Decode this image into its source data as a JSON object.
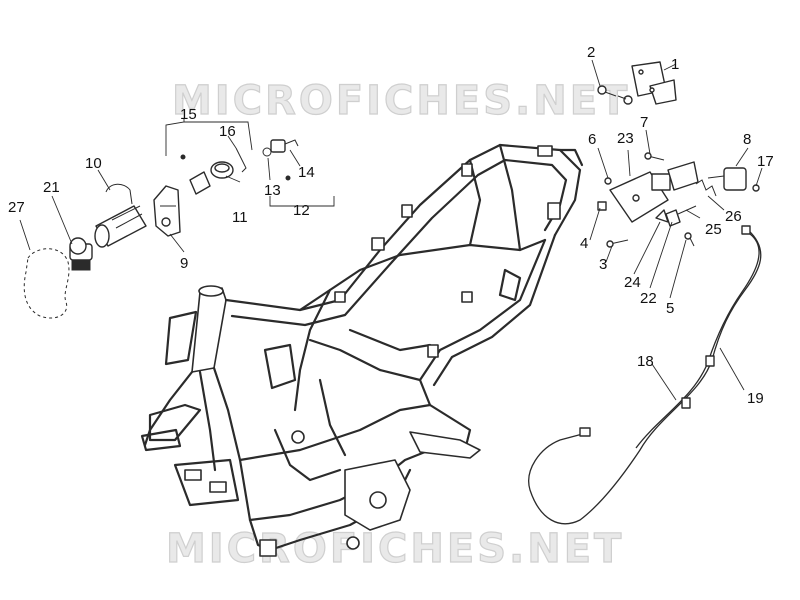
{
  "watermark": {
    "top_text": "MICROFICHES.NET",
    "bottom_text": "MICROFICHES.NET"
  },
  "callouts": {
    "n1": "1",
    "n2": "2",
    "n3": "3",
    "n4": "4",
    "n5": "5",
    "n6": "6",
    "n7": "7",
    "n8": "8",
    "n9": "9",
    "n10": "10",
    "n11": "11",
    "n12": "12",
    "n13": "13",
    "n14": "14",
    "n15": "15",
    "n16": "16",
    "n17": "17",
    "n18": "18",
    "n19": "19",
    "n21": "21",
    "n22": "22",
    "n23": "23",
    "n24": "24",
    "n25": "25",
    "n26": "26",
    "n27": "27"
  }
}
